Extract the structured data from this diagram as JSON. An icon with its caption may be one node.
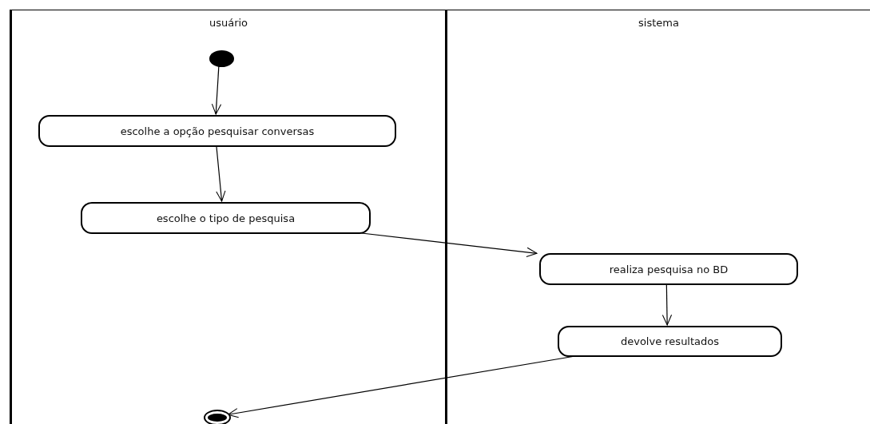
{
  "diagram": {
    "nodes": [
      {
        "text": [
          "usuário"
        ]
      },
      {
        "text": [
          "sistema"
        ]
      },
      {
        "text": [],
        "shape": "circle",
        "in": 0
      },
      {
        "text": [
          "escolhe a opção pesquisar conversas"
        ],
        "in": 0
      },
      {
        "text": [
          "escolhe o tipo de pesquisa"
        ],
        "in": 0
      },
      {
        "text": [
          "realiza pesquisa no BD"
        ],
        "in": 1
      },
      {
        "text": [
          "devolve resultados"
        ],
        "in": 1
      },
      {
        "text": [],
        "shape": "circle",
        "in": 0
      }
    ],
    "edges": [
      {
        "from": 2,
        "to": 3,
        "arrow": "to"
      },
      {
        "from": 3,
        "to": 4,
        "arrow": "to"
      },
      {
        "from": 4,
        "to": 5,
        "arrow": "to"
      },
      {
        "from": 5,
        "to": 6,
        "arrow": "to"
      },
      {
        "from": 6,
        "to": 7,
        "arrow": "to"
      }
    ]
  }
}
